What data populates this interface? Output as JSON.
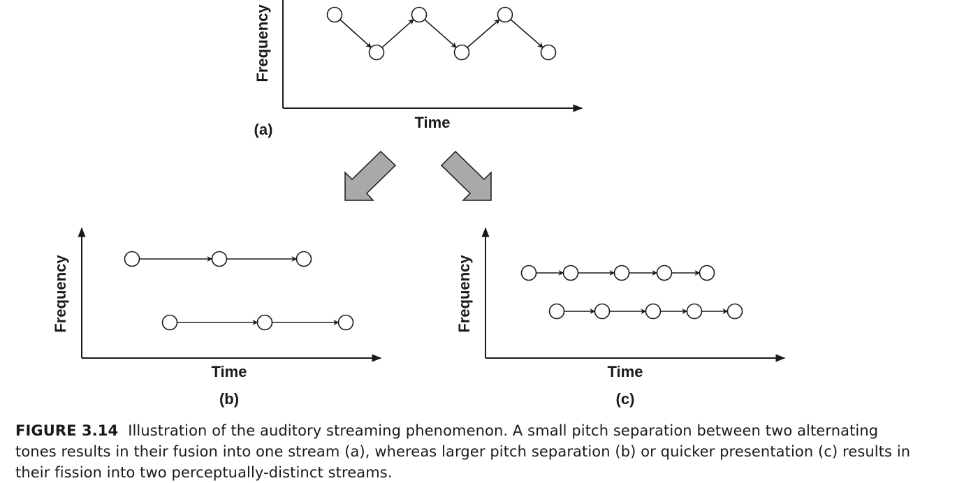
{
  "figure": {
    "number": "FIGURE 3.14",
    "caption": "Illustration of the auditory streaming phenomenon. A small pitch separation between two alternating tones results in their fusion into one stream (a), whereas larger pitch separation (b) or quicker presentation (c) results in their fission into two perceptually-distinct streams."
  },
  "panels": [
    {
      "id": "a",
      "label": "(a)",
      "xlabel": "Time",
      "ylabel": "Frequency",
      "description": "Single fused stream alternating between high and low tones",
      "tones": [
        {
          "t": 1,
          "pitch": "high"
        },
        {
          "t": 2,
          "pitch": "low"
        },
        {
          "t": 3,
          "pitch": "high"
        },
        {
          "t": 4,
          "pitch": "low"
        },
        {
          "t": 5,
          "pitch": "high"
        },
        {
          "t": 6,
          "pitch": "low"
        }
      ]
    },
    {
      "id": "b",
      "label": "(b)",
      "xlabel": "Time",
      "ylabel": "Frequency",
      "description": "Larger pitch separation: two separate streams",
      "streams": [
        {
          "name": "high",
          "count": 3
        },
        {
          "name": "low",
          "count": 3
        }
      ]
    },
    {
      "id": "c",
      "label": "(c)",
      "xlabel": "Time",
      "ylabel": "Frequency",
      "description": "Quicker presentation: two separate streams",
      "streams": [
        {
          "name": "high",
          "count": 5
        },
        {
          "name": "low",
          "count": 5
        }
      ]
    }
  ],
  "transition_arrows": [
    "to-panel-b",
    "to-panel-c"
  ],
  "colors": {
    "ink": "#1a1a1a",
    "arrow_fill": "#a7a9ab",
    "background": "#ffffff"
  }
}
